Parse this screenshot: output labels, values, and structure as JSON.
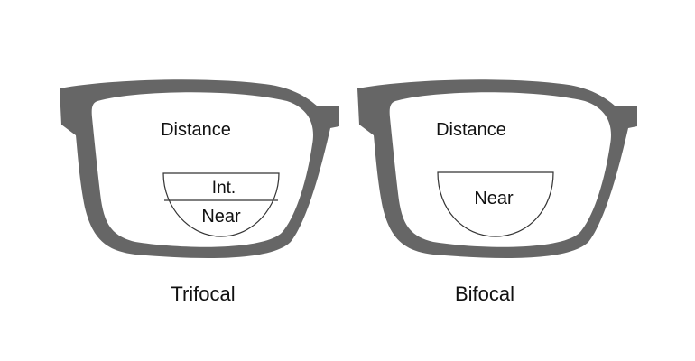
{
  "colors": {
    "frame": "#666666",
    "lens": "#ffffff",
    "text": "#111111",
    "segment_line": "#333333"
  },
  "lenses": [
    {
      "type": "trifocal",
      "caption": "Trifocal",
      "zones": {
        "distance": "Distance",
        "intermediate": "Int.",
        "near": "Near"
      }
    },
    {
      "type": "bifocal",
      "caption": "Bifocal",
      "zones": {
        "distance": "Distance",
        "near": "Near"
      }
    }
  ]
}
